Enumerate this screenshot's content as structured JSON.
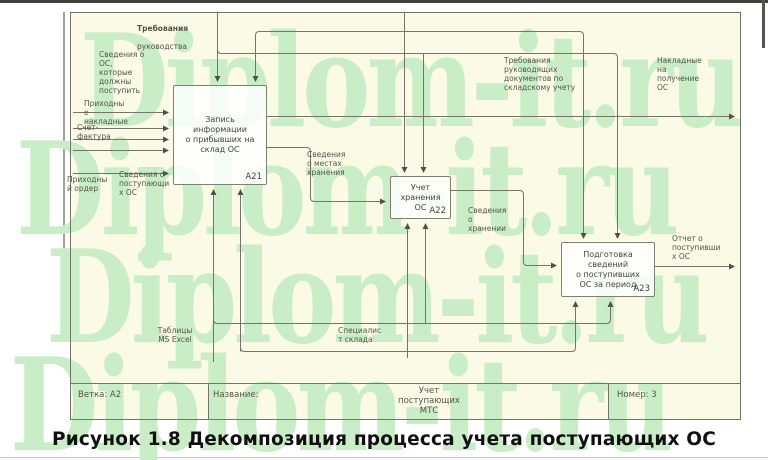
{
  "watermark": {
    "text": "Diplom-it.ru",
    "color": "#c9edc7"
  },
  "caption": "Рисунок 1.8 Декомпозиция процесса учета поступающих ОС",
  "boxes": {
    "a21": {
      "title": "Запись\nинформации\nо прибывших на\nсклад ОС",
      "code": "A21"
    },
    "a22": {
      "title": "Учет хранения\nОС",
      "code": "A22"
    },
    "a23": {
      "title": "Подготовка сведений\nо поступивших\nОС за период",
      "code": "A23"
    }
  },
  "labels": {
    "management_req": {
      "line1": "Требования",
      "line2": "руководства"
    },
    "incoming_os_info": "Сведения о\nОС,\nкоторые\nдолжны\nпоступить",
    "receipt_invoices": "Приходны\nе\nнакладные",
    "invoice": "Счет-\nфактура",
    "receipt_order": "Приходны\nй ордер",
    "arriving_os_info": "Сведения о\nпоступающи\nх ОС",
    "storage_places": "Сведения\nо местах\nхранения",
    "guideline_docs": "Требования\nруководящих\nдокументов по\nскладскому учету",
    "receiving_waybills": "Накладные\nна\nполучение\nОС",
    "storage_info": "Сведения\nо\nхранении",
    "report": "Отчет о\nпоступивши\nх ОС",
    "ms_excel": "Таблицы\nMS Excel",
    "specialist": "Специалис\nт склада"
  },
  "footer": {
    "branch": "Ветка:  А2",
    "name_label": "Название:",
    "name_value": "Учет\nпоступающих\nМТС",
    "number": "Номер: 3"
  },
  "colors": {
    "sheet_bg": "#fafae6",
    "line": "#74746a",
    "text": "#54544a",
    "watermark": "#c9edc7"
  }
}
